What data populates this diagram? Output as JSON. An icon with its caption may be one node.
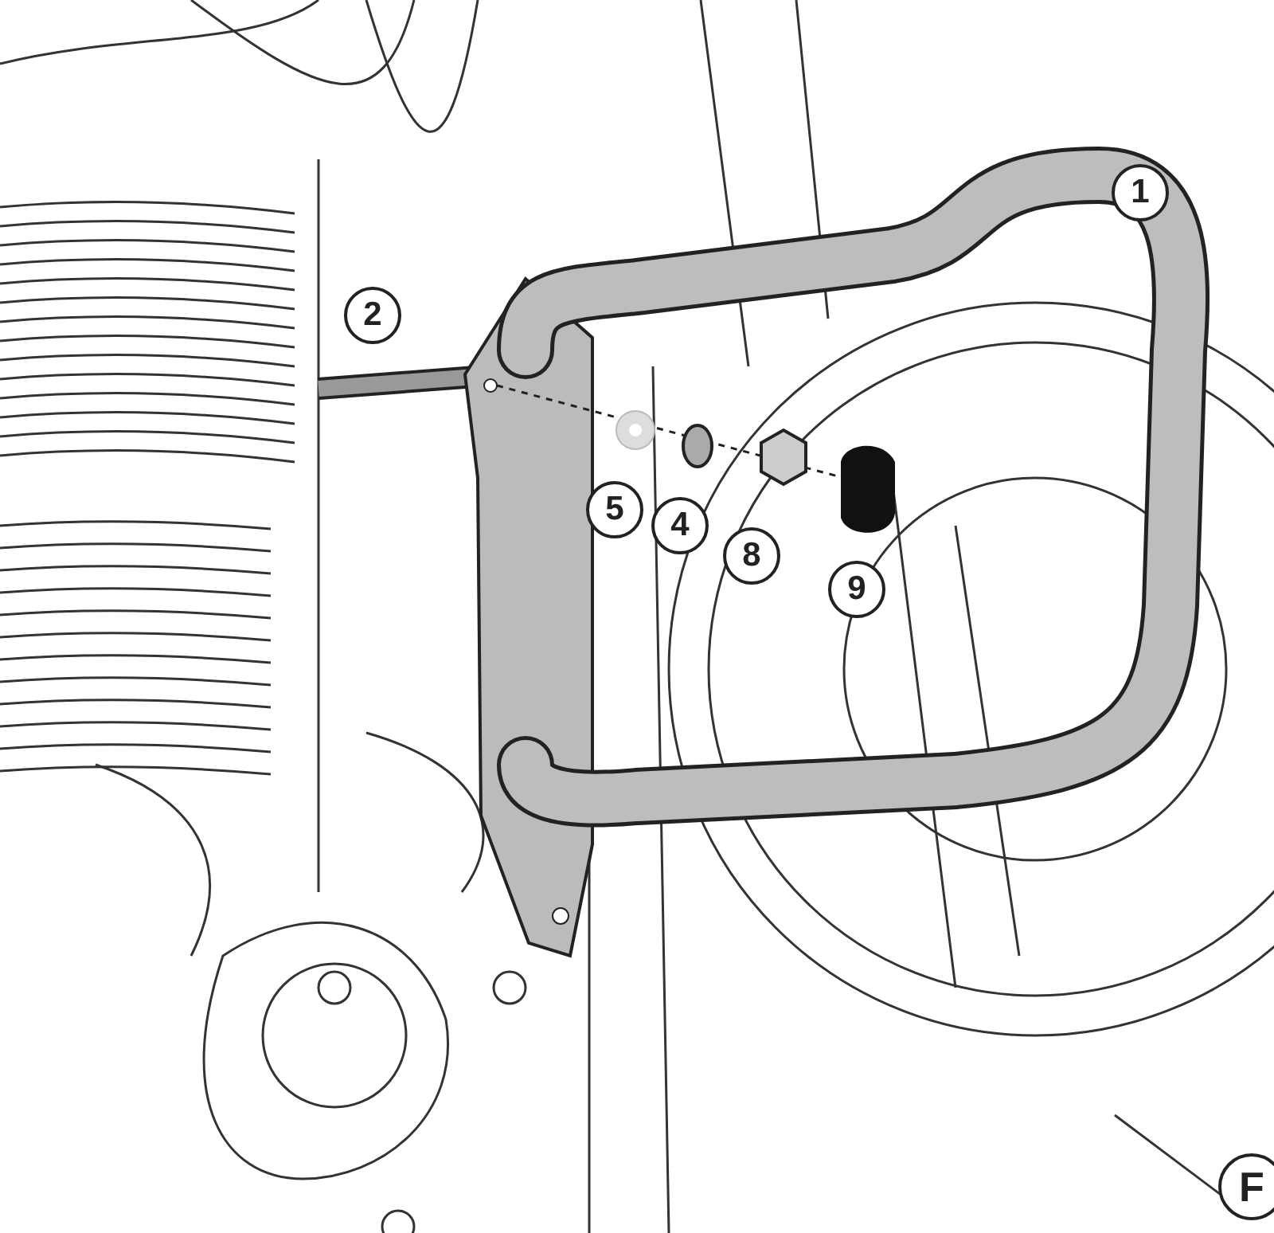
{
  "diagram": {
    "labels": [
      "1",
      "2",
      "5",
      "4",
      "8",
      "9",
      "F"
    ]
  }
}
